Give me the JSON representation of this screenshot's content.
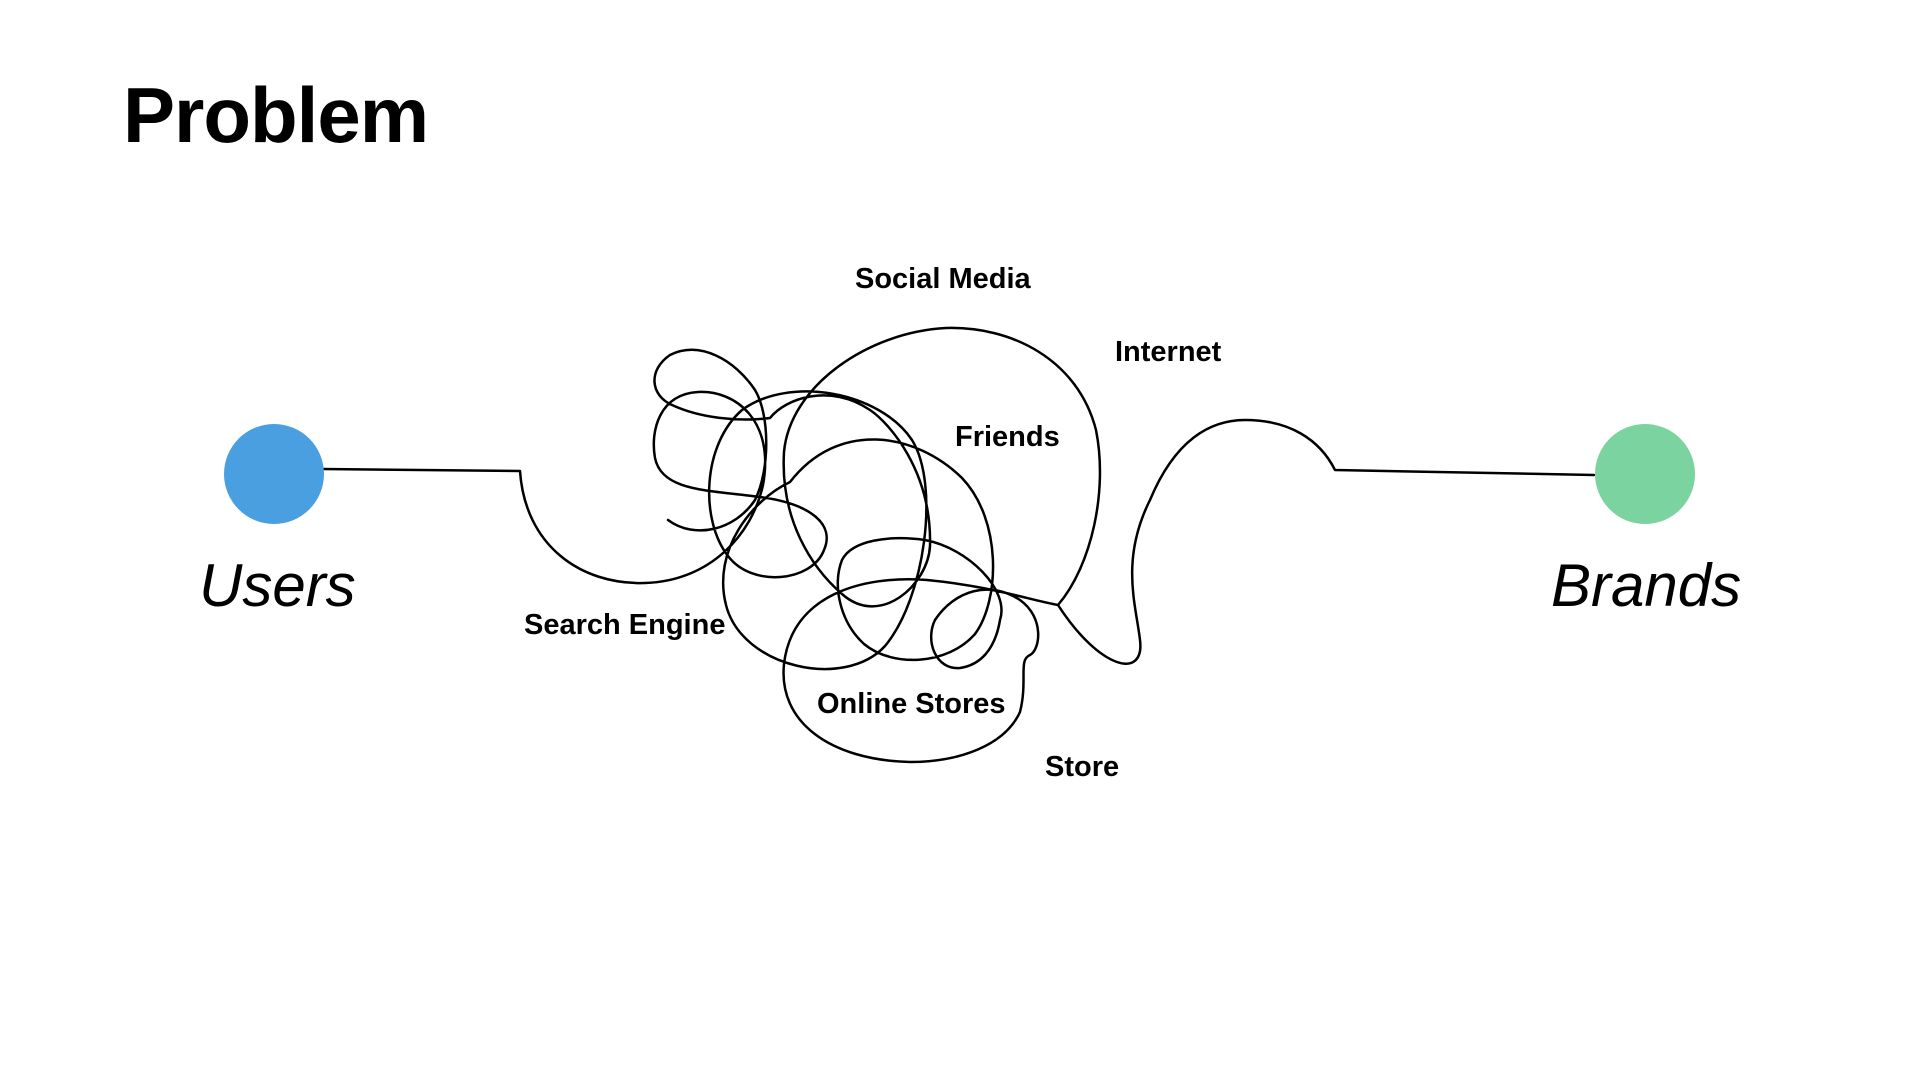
{
  "slide": {
    "title": "Problem"
  },
  "nodes": {
    "users": {
      "label": "Users",
      "color": "#4A9FE0"
    },
    "brands": {
      "label": "Brands",
      "color": "#7BD3A0"
    }
  },
  "channels": {
    "social_media": "Social Media",
    "internet": "Internet",
    "friends": "Friends",
    "search_engine": "Search Engine",
    "online_stores": "Online Stores",
    "store": "Store"
  },
  "colors": {
    "background": "#FFFFFF",
    "text": "#000000",
    "path": "#000000"
  }
}
